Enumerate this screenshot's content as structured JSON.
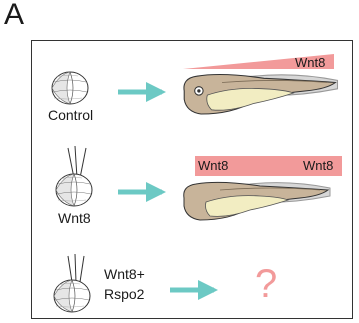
{
  "panel_letter": "A",
  "rows": [
    {
      "label": "Control",
      "wnt_labels": [
        "Wnt8"
      ]
    },
    {
      "label": "Wnt8",
      "wnt_labels": [
        "Wnt8",
        "Wnt8"
      ]
    },
    {
      "label_lines": [
        "Wnt8+",
        "Rspo2"
      ],
      "result": "?"
    }
  ],
  "colors": {
    "wnt_bar": "#f29a9a",
    "arrow": "#6cc9c4",
    "embryo_tan": "#c8b49a",
    "yolk": "#f2edc2",
    "fin": "#c9c9c9"
  }
}
